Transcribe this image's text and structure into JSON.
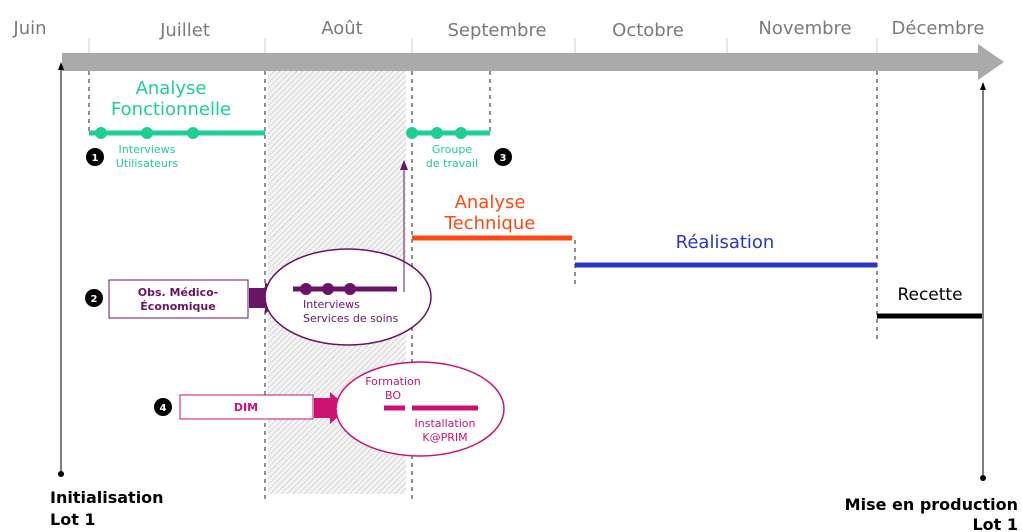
{
  "months": [
    "Juin",
    "Juillet",
    "Août",
    "Septembre",
    "Octobre",
    "Novembre",
    "Décembre"
  ],
  "colors": {
    "teal": "#1ecf95",
    "red": "#ff4a12",
    "blue": "#2a36c4",
    "purple": "#6a1466",
    "magenta": "#cc1272",
    "black": "#000000",
    "arrow": "#aaaaaa",
    "month_text": "#7a7a7a"
  },
  "phases": {
    "analyse_fonctionnelle": {
      "line1": "Analyse",
      "line2": "Fonctionnelle"
    },
    "analyse_technique": {
      "line1": "Analyse",
      "line2": "Technique"
    },
    "realisation": {
      "label": "Réalisation"
    },
    "recette": {
      "label": "Recette"
    }
  },
  "tasks": {
    "interviews_utilisateurs": {
      "number": "1",
      "line1": "Interviews",
      "line2": "Utilisateurs"
    },
    "groupe_travail": {
      "number": "3",
      "line1": "Groupe",
      "line2": "de travail"
    },
    "obs_medico": {
      "number": "2",
      "box_line1": "Obs. Médico-",
      "box_line2": "Économique",
      "line1": "Interviews",
      "line2": "Services de soins"
    },
    "dim": {
      "number": "4",
      "box_label": "DIM",
      "formation_line1": "Formation",
      "formation_line2": "BO",
      "install_line1": "Installation",
      "install_line2": "K@PRIM"
    }
  },
  "milestones": {
    "start": {
      "line1": "Initialisation",
      "line2": "Lot 1"
    },
    "end": {
      "line1": "Mise en production",
      "line2": "Lot 1"
    }
  }
}
